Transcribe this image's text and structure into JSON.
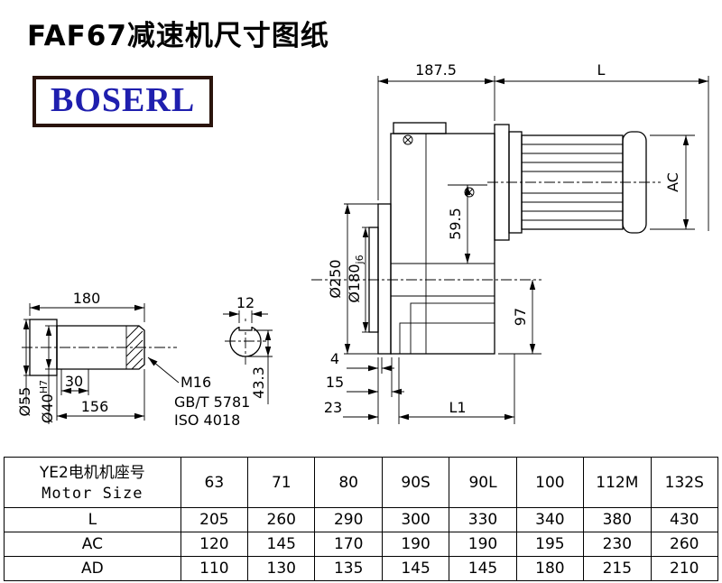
{
  "header": {
    "title": "FAF67减速机尺寸图纸",
    "logo_text": "BOSERL"
  },
  "drawing": {
    "dims": {
      "width_front": "187.5",
      "length_L": "L",
      "ac": "AC",
      "dia_250": "Ø250",
      "dia_180_base": "Ø180",
      "dia_180_fit": "j6",
      "h_59_5": "59.5",
      "h_97": "97",
      "d_4": "4",
      "d_15": "15",
      "d_23": "23",
      "l1": "L1",
      "shaft_length": "180",
      "key_width": "12",
      "dia_55": "Ø55",
      "dia_40_base": "Ø40",
      "dia_40_fit": "H7",
      "d_30": "30",
      "d_156": "156",
      "key_height": "43.3",
      "thread": "M16",
      "thread_std_1": "GB/T 5781",
      "thread_std_2": "ISO 4018"
    }
  },
  "table": {
    "header": {
      "label_cn": "YE2电机机座号",
      "label_en": "Motor Size",
      "sizes": [
        "63",
        "71",
        "80",
        "90S",
        "90L",
        "100",
        "112M",
        "132S"
      ]
    },
    "rows": [
      {
        "label": "L",
        "values": [
          "205",
          "260",
          "290",
          "300",
          "330",
          "340",
          "380",
          "430"
        ]
      },
      {
        "label": "AC",
        "values": [
          "120",
          "145",
          "170",
          "190",
          "190",
          "195",
          "230",
          "260"
        ]
      },
      {
        "label": "AD",
        "values": [
          "110",
          "130",
          "135",
          "145",
          "145",
          "180",
          "215",
          "210"
        ]
      }
    ]
  }
}
